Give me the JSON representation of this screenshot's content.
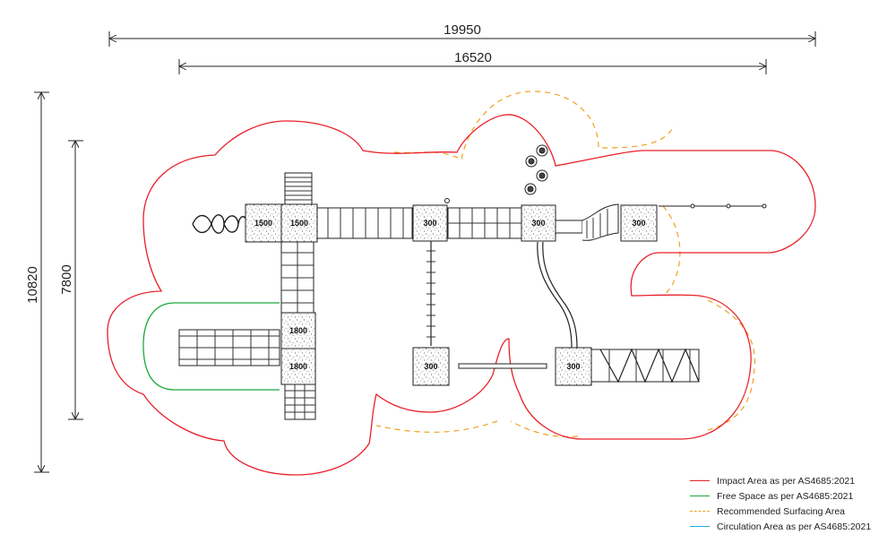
{
  "dimensions": {
    "overall_width": "19950",
    "equipment_width": "16520",
    "overall_depth": "10820",
    "equipment_depth": "7800"
  },
  "platforms": {
    "p1": "1500",
    "p2": "1500",
    "p3": "300",
    "p4": "300",
    "p5": "300",
    "p6": "1800",
    "p7": "1800",
    "p8": "300",
    "p9": "300"
  },
  "legend": {
    "items": [
      {
        "label": "Impact Area as per AS4685:2021",
        "color": "#e8202a",
        "style": "solid"
      },
      {
        "label": "Free Space as per AS4685:2021",
        "color": "#1aa83a",
        "style": "solid"
      },
      {
        "label": "Recommended Surfacing Area",
        "color": "#f0a020",
        "style": "dashed"
      },
      {
        "label": "Circulation Area as per AS4685:2021",
        "color": "#1ab0e0",
        "style": "solid"
      }
    ]
  }
}
